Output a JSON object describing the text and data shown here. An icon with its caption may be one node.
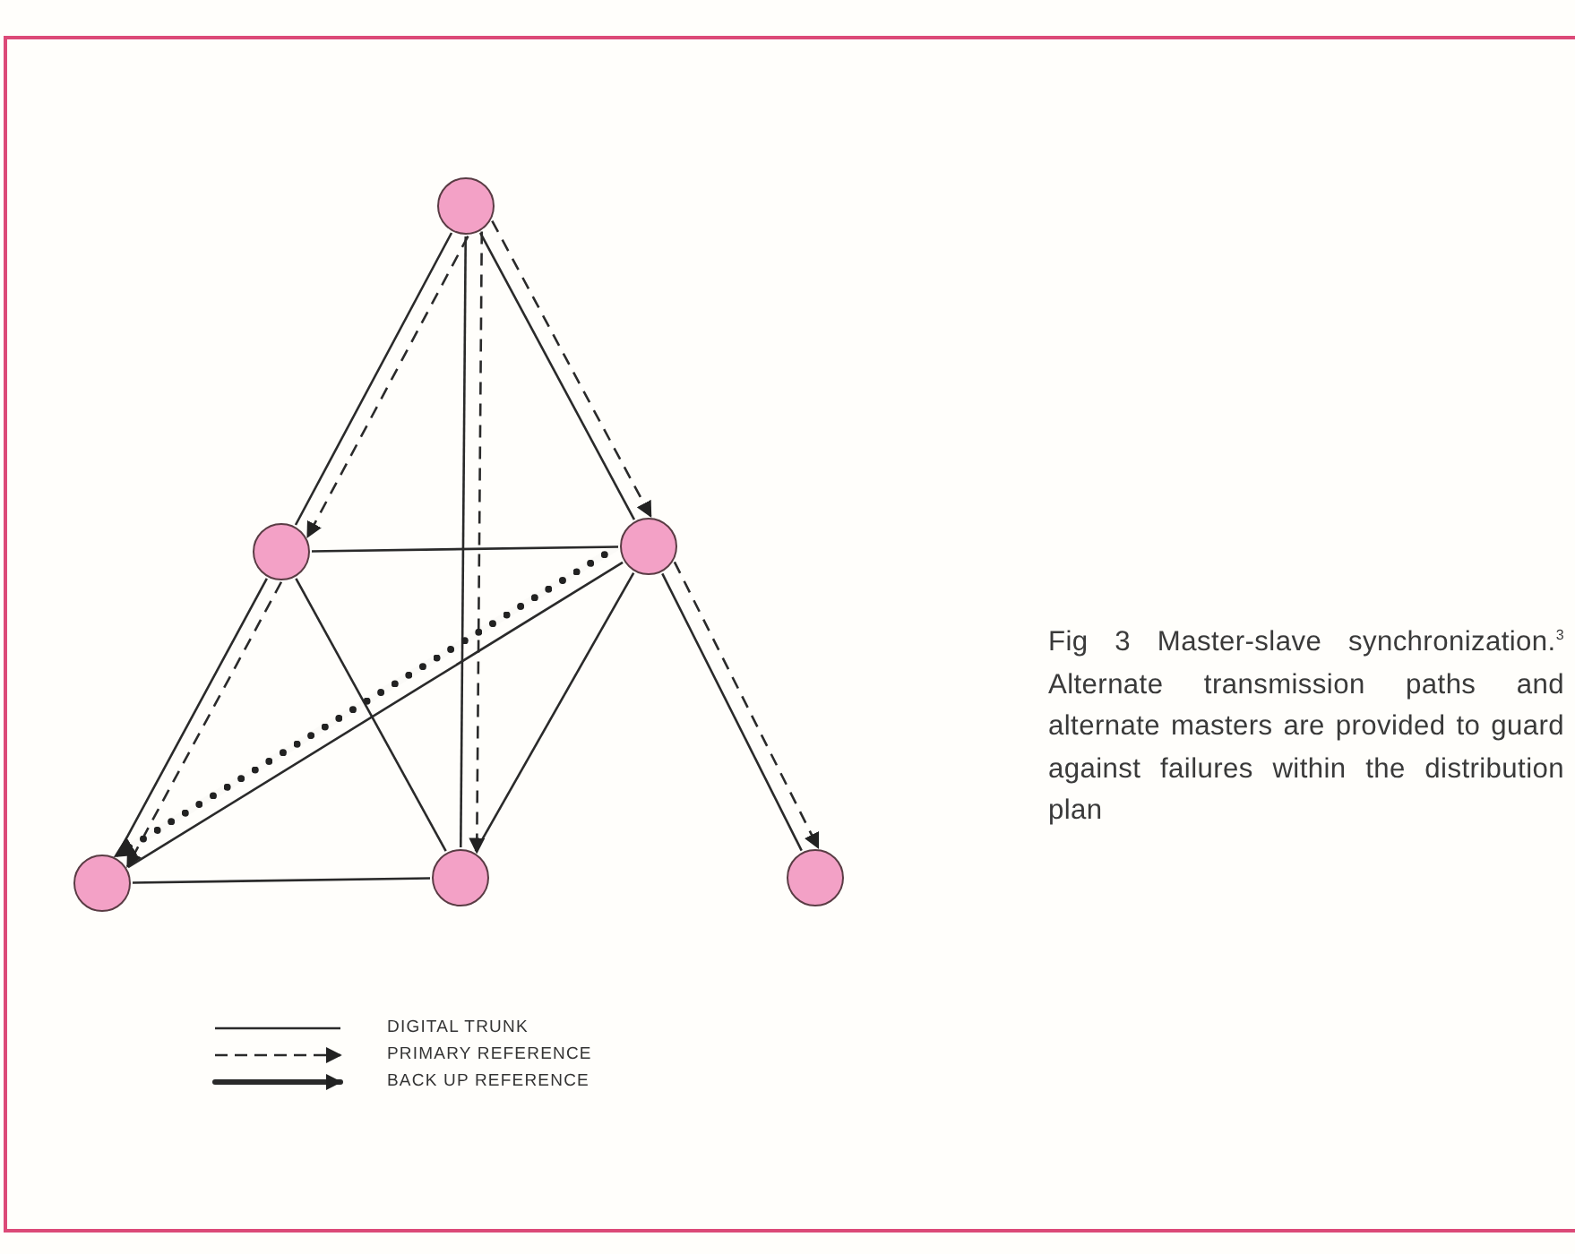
{
  "diagram": {
    "caption": "Fig 3 Master-slave synchronization.$^{3}$ Alternate transmission paths and alternate masters are provided to guard against failures within the distribution plan",
    "nodes": [
      {
        "text": [],
        "shape": "circle"
      },
      {
        "text": [],
        "shape": "circle"
      },
      {
        "text": [],
        "shape": "circle"
      },
      {
        "text": [],
        "shape": "circle"
      },
      {
        "text": [],
        "shape": "circle"
      },
      {
        "text": [],
        "shape": "circle"
      }
    ],
    "edges": [
      {
        "from": 0,
        "to": 1,
        "arrow": "none"
      },
      {
        "from": 0,
        "to": 4,
        "arrow": "none"
      },
      {
        "from": 0,
        "to": 2,
        "arrow": "none"
      },
      {
        "from": 1,
        "to": 2,
        "arrow": "none"
      },
      {
        "from": 1,
        "to": 3,
        "arrow": "none"
      },
      {
        "from": 1,
        "to": 4,
        "arrow": "none"
      },
      {
        "from": 2,
        "to": 3,
        "arrow": "none"
      },
      {
        "from": 2,
        "to": 4,
        "arrow": "none"
      },
      {
        "from": 2,
        "to": 5,
        "arrow": "none"
      },
      {
        "from": 3,
        "to": 4,
        "arrow": "none"
      },
      {
        "from": 0,
        "to": 1,
        "arrow": "to",
        "style": "dashed"
      },
      {
        "from": 0,
        "to": 4,
        "arrow": "to",
        "style": "dashed"
      },
      {
        "from": 0,
        "to": 2,
        "arrow": "to",
        "style": "dashed"
      },
      {
        "from": 1,
        "to": 3,
        "arrow": "to",
        "style": "dashed"
      },
      {
        "from": 2,
        "to": 5,
        "arrow": "to",
        "style": "dashed"
      },
      {
        "from": 2,
        "to": 3,
        "arrow": "to",
        "style": "thick"
      }
    ],
    "legend": [
      {
        "text": "DIGITAL TRUNK"
      },
      {
        "text": "PRIMARY REFERENCE"
      },
      {
        "text": "BACK UP REFERENCE"
      }
    ]
  }
}
